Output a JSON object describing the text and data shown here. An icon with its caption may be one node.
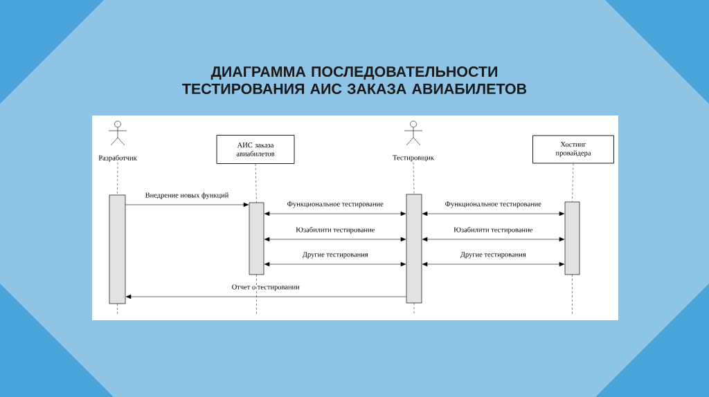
{
  "diagram": {
    "title": "ДИАГРАММА ПОСЛЕДОВАТЕЛЬНОСТИ ТЕСТИРОВАНИЯ АИС ЗАКАЗА АВИАБИЛЕТОВ",
    "nodes": [
      {
        "text": [
          "Разработчик"
        ]
      },
      {
        "text": [
          "АИС заказа авиабилетов"
        ]
      },
      {
        "text": [
          "Тестировщик"
        ]
      },
      {
        "text": [
          "Хостинг провайдера"
        ]
      },
      {
        "text": [],
        "shape": "bar"
      },
      {
        "text": [],
        "shape": "bar"
      },
      {
        "text": [],
        "shape": "bar"
      },
      {
        "text": [],
        "shape": "bar"
      }
    ],
    "edges": [
      {
        "from": 0,
        "to": 4,
        "arrow": "none",
        "style": "dashed"
      },
      {
        "from": 1,
        "to": 5,
        "arrow": "none",
        "style": "dashed"
      },
      {
        "from": 2,
        "to": 6,
        "arrow": "none",
        "style": "dashed"
      },
      {
        "from": 3,
        "to": 7,
        "arrow": "none",
        "style": "dashed"
      },
      {
        "from": 4,
        "to": 5,
        "arrow": "to",
        "label": "Внедрение новых функций"
      },
      {
        "from": 6,
        "to": 5,
        "arrow": "both",
        "label": "Функциональное тестирование"
      },
      {
        "from": 6,
        "to": 7,
        "arrow": "both",
        "label": "Функциональное тестирование"
      },
      {
        "from": 6,
        "to": 5,
        "arrow": "both",
        "label": "Юзабилити тестирование"
      },
      {
        "from": 6,
        "to": 7,
        "arrow": "both",
        "label": "Юзабилити тестирование"
      },
      {
        "from": 6,
        "to": 5,
        "arrow": "both",
        "label": "Другие тестирования"
      },
      {
        "from": 6,
        "to": 7,
        "arrow": "both",
        "label": "Другие тестирования"
      },
      {
        "from": 6,
        "to": 4,
        "arrow": "to",
        "label": "Отчет о тестировании"
      }
    ]
  }
}
